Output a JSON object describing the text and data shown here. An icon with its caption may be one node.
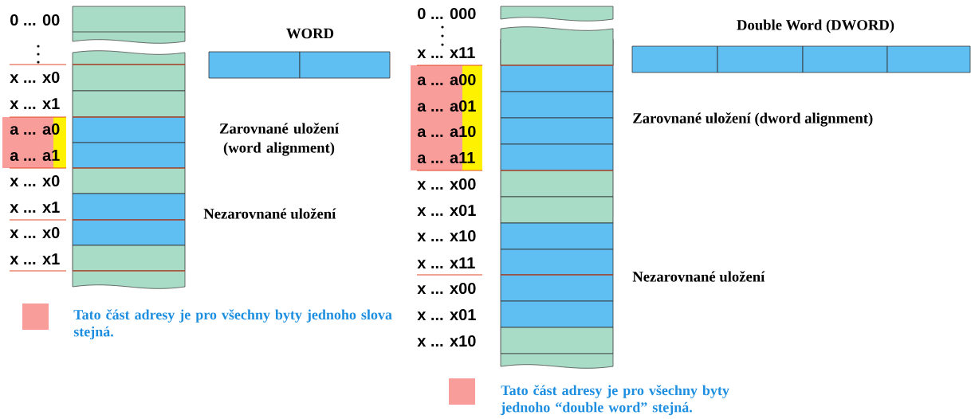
{
  "diagram": {
    "labels": [
      "0 ... 00",
      "x ... x0",
      "x ... x1",
      "a ... a0",
      "a ... a1",
      "x ... x0",
      "x ... x1",
      "x ... x0",
      "x ... x1",
      "WORD",
      "Zarovnané uložení (word alignment)",
      "Nezarovnané uložení",
      "0 ... 000",
      "x ... x11",
      "a ... a00",
      "a ... a01",
      "a ... a10",
      "a ... a11",
      "x ... x00",
      "x ... x01",
      "x ... x10",
      "x ... x11",
      "x ... x00",
      "x ... x01",
      "x ... x10",
      "Double Word (DWORD)",
      "Zarovnané uložení (dword alignment)",
      "Nezarovnané uložení"
    ],
    "legend": [
      {
        "text": "Tato část adresy je pro všechny byty jednoho slova stejná.",
        "color": "#f99d9a"
      },
      {
        "text": "Tato část adresy je pro všechny byty jednoho “double word” stejná.",
        "color": "#f99d9a"
      }
    ]
  }
}
